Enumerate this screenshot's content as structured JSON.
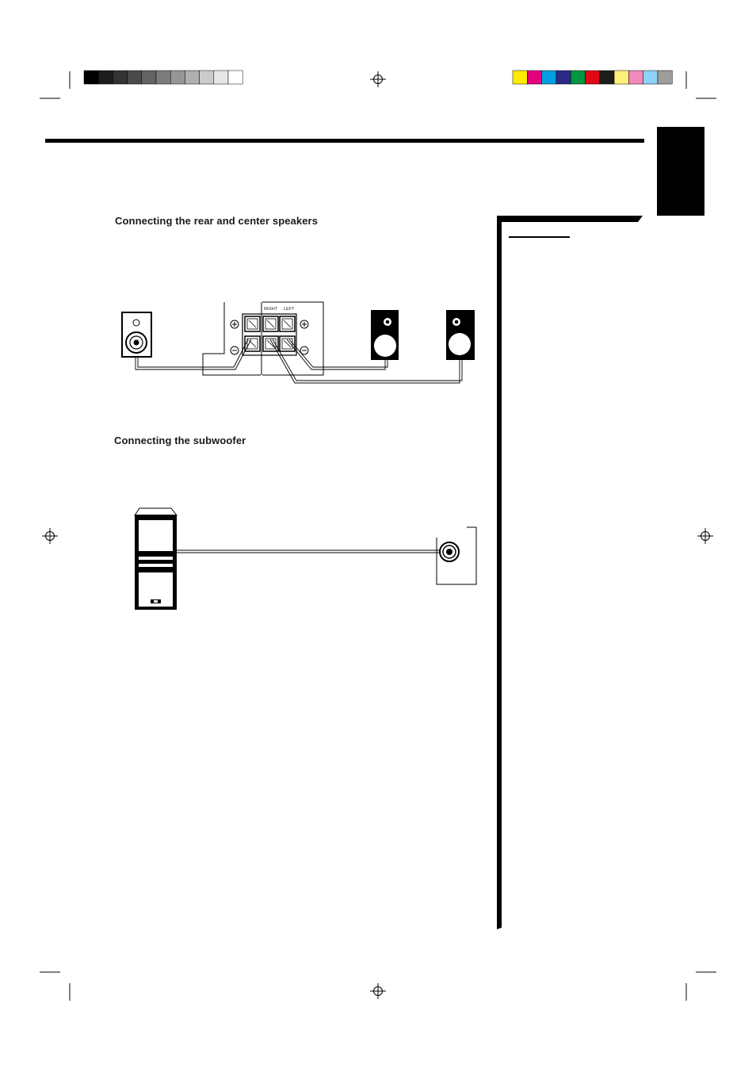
{
  "sections": {
    "rear_center": {
      "heading": "Connecting the rear and center speakers"
    },
    "subwoofer": {
      "heading": "Connecting the subwoofer"
    }
  },
  "terminal_labels": {
    "right": "RIGHT",
    "left": "LEFT"
  },
  "color_bar": {
    "grayscale": [
      "#000000",
      "#1c1c1c",
      "#333333",
      "#4a4a4a",
      "#636363",
      "#7c7c7c",
      "#969696",
      "#b0b0b0",
      "#cbcbcb",
      "#e6e6e6",
      "#ffffff"
    ],
    "colors": [
      "#ffec00",
      "#e6007e",
      "#009fe3",
      "#2b2a87",
      "#00963f",
      "#e30613",
      "#1d1d1b",
      "#fff07a",
      "#f08bb9",
      "#8cd3f5",
      "#9d9d9c"
    ]
  }
}
